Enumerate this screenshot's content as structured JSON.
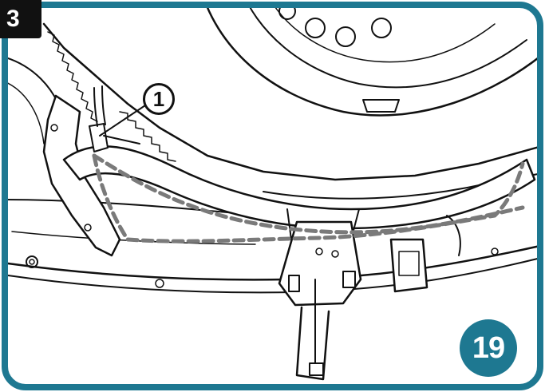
{
  "illustration": {
    "corner_tab_label": "3",
    "step_number": "19",
    "callout_number": "1"
  },
  "colors": {
    "frame_border": "#1e7891",
    "badge_fill": "#1e7891",
    "route_dash": "#7a7a7a",
    "line_art": "#111111"
  }
}
